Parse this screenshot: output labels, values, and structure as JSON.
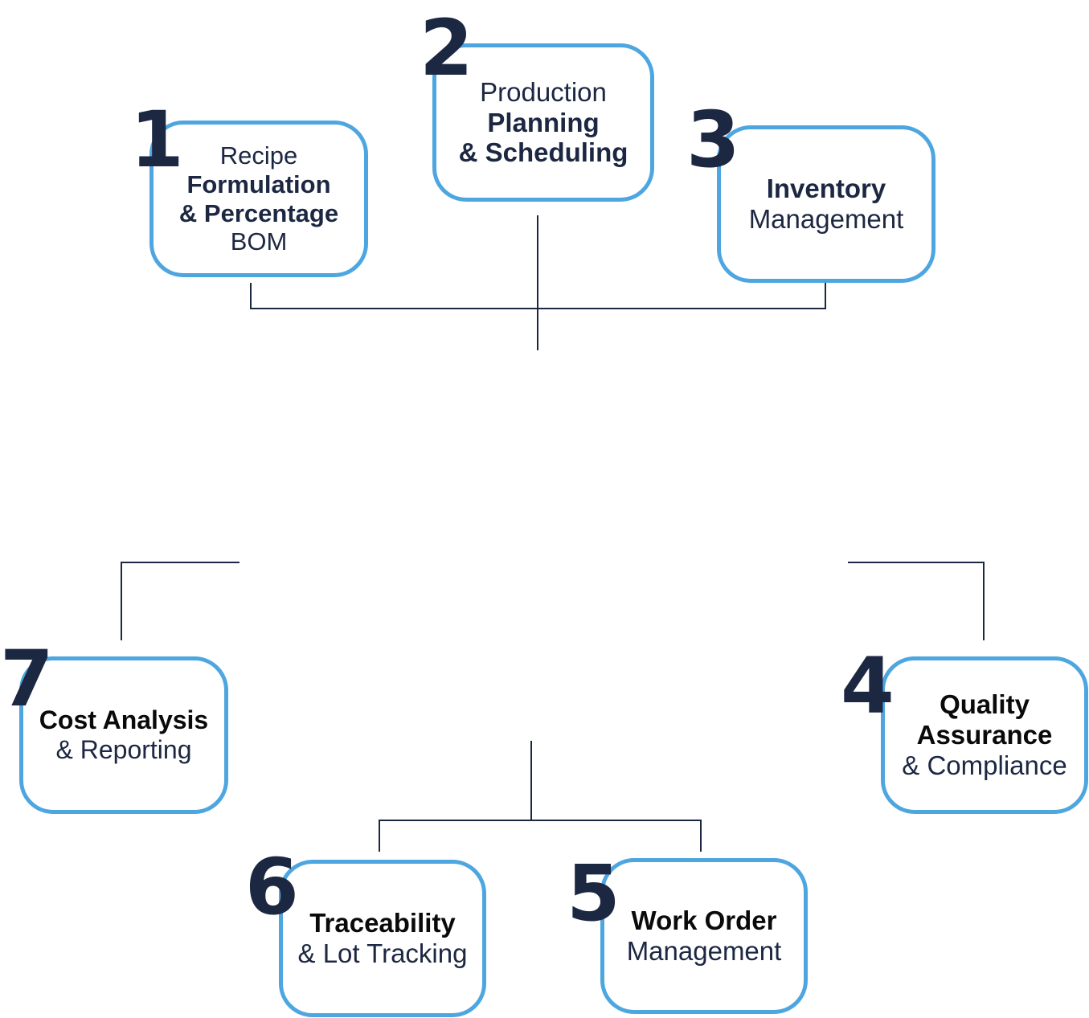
{
  "colors": {
    "box_border": "#4ea6e0",
    "text_dark": "#1c2742",
    "connector": "#1c2742",
    "background": "#ffffff"
  },
  "nodes": [
    {
      "number": "1",
      "lines": [
        {
          "text": "Recipe",
          "weight": "light"
        },
        {
          "text": "Formulation",
          "weight": "bold"
        },
        {
          "text": "& Percentage",
          "weight": "bold"
        },
        {
          "text": "BOM",
          "weight": "light"
        }
      ]
    },
    {
      "number": "2",
      "lines": [
        {
          "text": "Production",
          "weight": "light"
        },
        {
          "text": "Planning",
          "weight": "bold"
        },
        {
          "text": "& Scheduling",
          "weight": "bold"
        }
      ]
    },
    {
      "number": "3",
      "lines": [
        {
          "text": "Inventory",
          "weight": "bold"
        },
        {
          "text": "Management",
          "weight": "light"
        }
      ]
    },
    {
      "number": "4",
      "lines": [
        {
          "text": "Quality",
          "weight": "bold"
        },
        {
          "text": "Assurance",
          "weight": "bold"
        },
        {
          "text": "& Compliance",
          "weight": "light"
        }
      ]
    },
    {
      "number": "5",
      "lines": [
        {
          "text": "Work Order",
          "weight": "bold"
        },
        {
          "text": "Management",
          "weight": "light"
        }
      ]
    },
    {
      "number": "6",
      "lines": [
        {
          "text": "Traceability",
          "weight": "bold"
        },
        {
          "text": "& Lot Tracking",
          "weight": "light"
        }
      ]
    },
    {
      "number": "7",
      "lines": [
        {
          "text": "Cost Analysis",
          "weight": "bold"
        },
        {
          "text": "& Reporting",
          "weight": "light"
        }
      ]
    }
  ]
}
